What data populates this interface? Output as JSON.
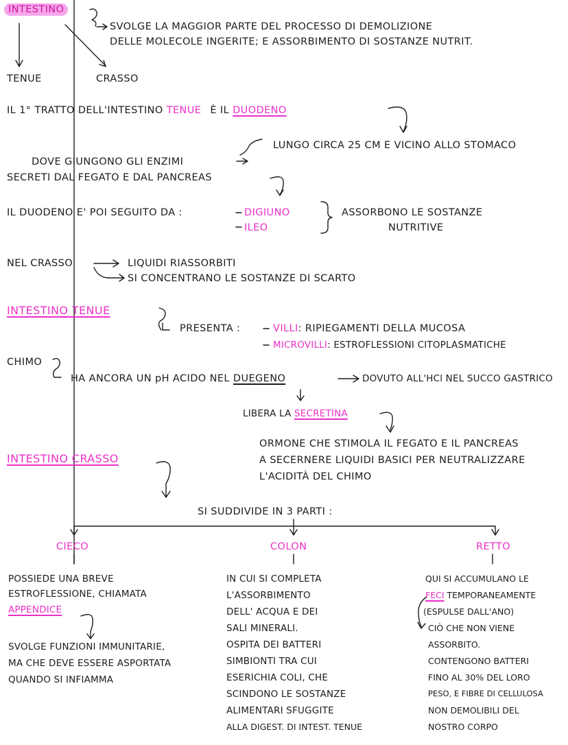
{
  "header": {
    "title": "INTESTINO",
    "def1": "SVOLGE LA MAGGIOR PARTE DEL PROCESSO DI DEMOLIZIONE",
    "def2": "DELLE MOLECOLE INGERITE; E ASSORBIMENTO DI SOSTANZE NUTRIT.",
    "tenue": "TENUE",
    "crasso": "CRASSO"
  },
  "duodeno": {
    "intro": "IL 1° TRATTO DELL'INTESTINO",
    "tenue": "TENUE",
    "e_il": "È IL",
    "duodeno": "DUODENO",
    "lungo": "LUNGO CIRCA 25 CM E VICINO ALLO STOMACO",
    "enzimi1": "DOVE GIUNGONO GLI ENZIMI",
    "enzimi2": "SECRETI DAL FEGATO E DAL PANCREAS",
    "seguito": "IL DUODENO E' POI SEGUITO DA :",
    "digiuno": "DIGIUNO",
    "ileo": "ILEO",
    "assorbono1": "ASSORBONO LE SOSTANZE",
    "assorbono2": "NUTRITIVE"
  },
  "crasso_intro": {
    "label": "NEL CRASSO",
    "l1": "LIQUIDI RIASSORBITI",
    "l2": "SI CONCENTRANO LE SOSTANZE DI SCARTO"
  },
  "tenue_section": {
    "title": "INTESTINO TENUE",
    "presenta": "PRESENTA :",
    "villi": "VILLI",
    "villi_desc": ": RIPIEGAMENTI DELLA MUCOSA",
    "microvilli": "MICROVILLI",
    "microvilli_desc": ": ESTROFLESSIONI CITOPLASMATICHE",
    "chimo": "CHIMO",
    "chimo_desc": "HA ANCORA UN pH ACIDO NEL",
    "duodeno_word": "DUEGENO",
    "dovuto": "DOVUTO ALL'HCl NEL SUCCO GASTRICO",
    "libera": "LIBERA LA",
    "secretina": "SECRETINA",
    "ormone1": "ORMONE CHE STIMOLA IL FEGATO E IL PANCREAS",
    "ormone2": "A SECERNERE LIQUIDI BASICI PER NEUTRALIZZARE",
    "ormone3": "L'ACIDITÀ DEL CHIMO"
  },
  "crasso_section": {
    "title": "INTESTINO CRASSO",
    "suddivide": "SI SUDDIVIDE IN 3 PARTI :",
    "cieco": {
      "title": "CIECO",
      "l1": "POSSIEDE UNA BREVE",
      "l2": "ESTROFLESSIONE, CHIAMATA",
      "appendice": "APPENDICE",
      "f1": "SVOLGE FUNZIONI IMMUNITARIE,",
      "f2": "MA CHE DEVE ESSERE ASPORTATA",
      "f3": "QUANDO SI INFIAMMA"
    },
    "colon": {
      "title": "COLON",
      "lines": [
        "IN CUI SI COMPLETA",
        "L'ASSORBIMENTO",
        "DELL' ACQUA E DEI",
        "SALI MINERALI.",
        "OSPITA DEI BATTERI",
        "SIMBIONTI TRA CUI",
        "ESERICHIA COLI, CHE",
        "SCINDONO LE SOSTANZE",
        "ALIMENTARI SFUGGITE",
        "ALLA DIGEST. DI INTEST. TENUE"
      ]
    },
    "retto": {
      "title": "RETTO",
      "l1": "QUI SI ACCUMULANO LE",
      "feci": "FECI",
      "temp": "TEMPORANEAMENTE",
      "espulse": "(ESPULSE DALL'ANO)",
      "l4": "CIÒ CHE NON VIENE",
      "l5": "ASSORBITO.",
      "l6": "CONTENGONO BATTERI",
      "l7": "FINO AL 30% DEL LORO",
      "l8": "PESO, E FIBRE DI CELLULOSA",
      "l9": "NON DEMOLIBILI DEL",
      "l10": "NOSTRO CORPO"
    }
  },
  "colors": {
    "accent": "#ec2fc8",
    "highlight": "#f6a6ec",
    "ink": "#1c1c1c"
  }
}
